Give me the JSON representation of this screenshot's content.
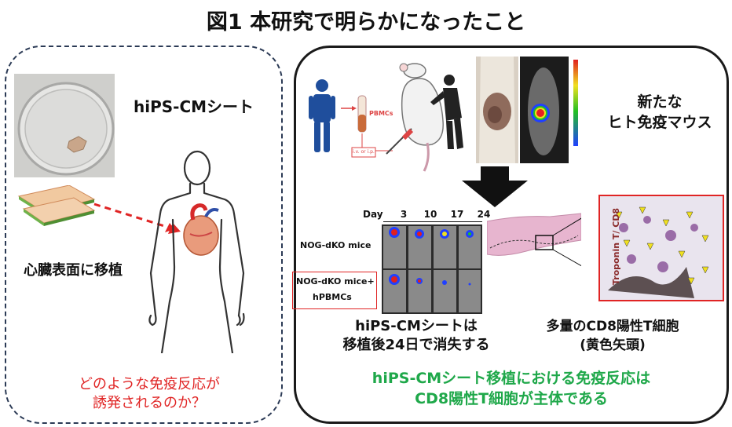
{
  "title": "図1 本研究で明らかになったこと",
  "left": {
    "sheet_label": "hiPS-CMシート",
    "transplant_label": "心臓表面に移植",
    "question_line1": "どのような免疫反応が",
    "question_line2": "誘発されるのか？"
  },
  "right": {
    "pbmcs_label": "PBMCs",
    "injection_label": "i.v. or i.p.",
    "mouse_label_line1": "新たな",
    "mouse_label_line2": "ヒト免疫マウス",
    "day_header": "Day",
    "days": [
      "3",
      "10",
      "17",
      "24"
    ],
    "row1_label": "NOG-dKO mice",
    "row2_label_line1": "NOG-dKO mice+",
    "row2_label_line2": "hPBMCs",
    "stain_label": "Troponin T/ CD8",
    "result1_line1": "hiPS-CMシートは",
    "result1_line2": "移植後24日で消失する",
    "result2_line1": "多量のCD8陽性T細胞",
    "result2_line2": "(黄色矢頭)",
    "conclusion_line1": "hiPS-CMシート移植における免疫反応は",
    "conclusion_line2": "CD8陽性T細胞が主体である"
  },
  "colors": {
    "accent_red": "#e02424",
    "accent_green": "#1fa84a",
    "human_blue": "#1f4e9c"
  }
}
